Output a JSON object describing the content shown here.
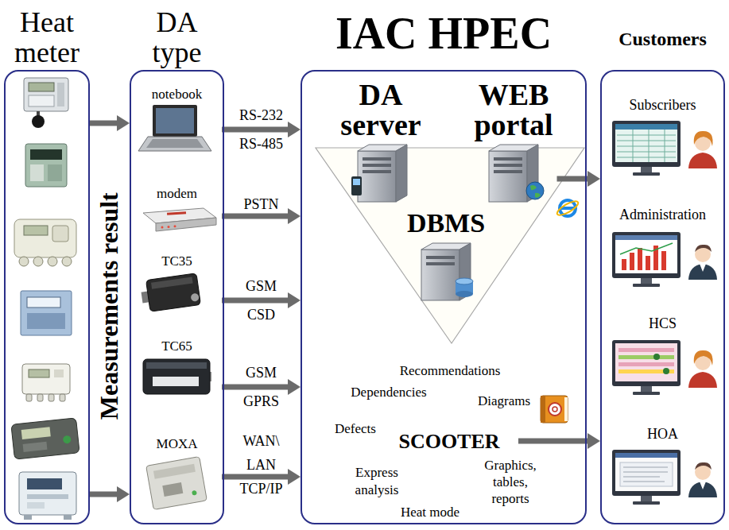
{
  "diagram": {
    "nodes": [
      {
        "text": [
          "Heat meter"
        ]
      },
      {
        "text": [
          "DA type"
        ]
      },
      {
        "text": [
          "notebook"
        ],
        "in": 1
      },
      {
        "text": [
          "modem"
        ],
        "in": 1
      },
      {
        "text": [
          "TC35"
        ],
        "in": 1
      },
      {
        "text": [
          "TC65"
        ],
        "in": 1
      },
      {
        "text": [
          "MOXA"
        ],
        "in": 1
      },
      {
        "text": [
          "IAC HPEC"
        ]
      },
      {
        "text": [
          "DA server"
        ],
        "in": 7
      },
      {
        "text": [
          "WEB portal"
        ],
        "in": 7
      },
      {
        "text": [
          "DBMS"
        ],
        "in": 7
      },
      {
        "text": [
          "SCOOTER"
        ],
        "in": 7
      },
      {
        "text": [
          "Customers"
        ]
      },
      {
        "text": [
          "Subscribers"
        ],
        "in": 12
      },
      {
        "text": [
          "Administration"
        ],
        "in": 12
      },
      {
        "text": [
          "HCS"
        ],
        "in": 12
      },
      {
        "text": [
          "HOA"
        ],
        "in": 12
      }
    ],
    "edges": [
      {
        "from": 0,
        "to": 1,
        "arrow": "to"
      },
      {
        "from": 0,
        "to": 1,
        "arrow": "to"
      },
      {
        "from": 2,
        "to": 7,
        "arrow": "to",
        "label": "RS-232 RS-485"
      },
      {
        "from": 3,
        "to": 7,
        "arrow": "to",
        "label": "PSTN"
      },
      {
        "from": 4,
        "to": 7,
        "arrow": "to",
        "label": "GSM CSD"
      },
      {
        "from": 5,
        "to": 7,
        "arrow": "to",
        "label": "GSM GPRS"
      },
      {
        "from": 6,
        "to": 7,
        "arrow": "to",
        "label": "WAN\\ LAN TCP/IP"
      },
      {
        "from": 9,
        "to": 12,
        "arrow": "to"
      },
      {
        "from": 11,
        "to": 12,
        "arrow": "to"
      }
    ],
    "labels": [
      "Measurements result",
      "Recommendations",
      "Dependencies",
      "Diagrams",
      "Defects",
      "Express analysis",
      "Graphics, tables, reports",
      "Heat mode"
    ]
  }
}
